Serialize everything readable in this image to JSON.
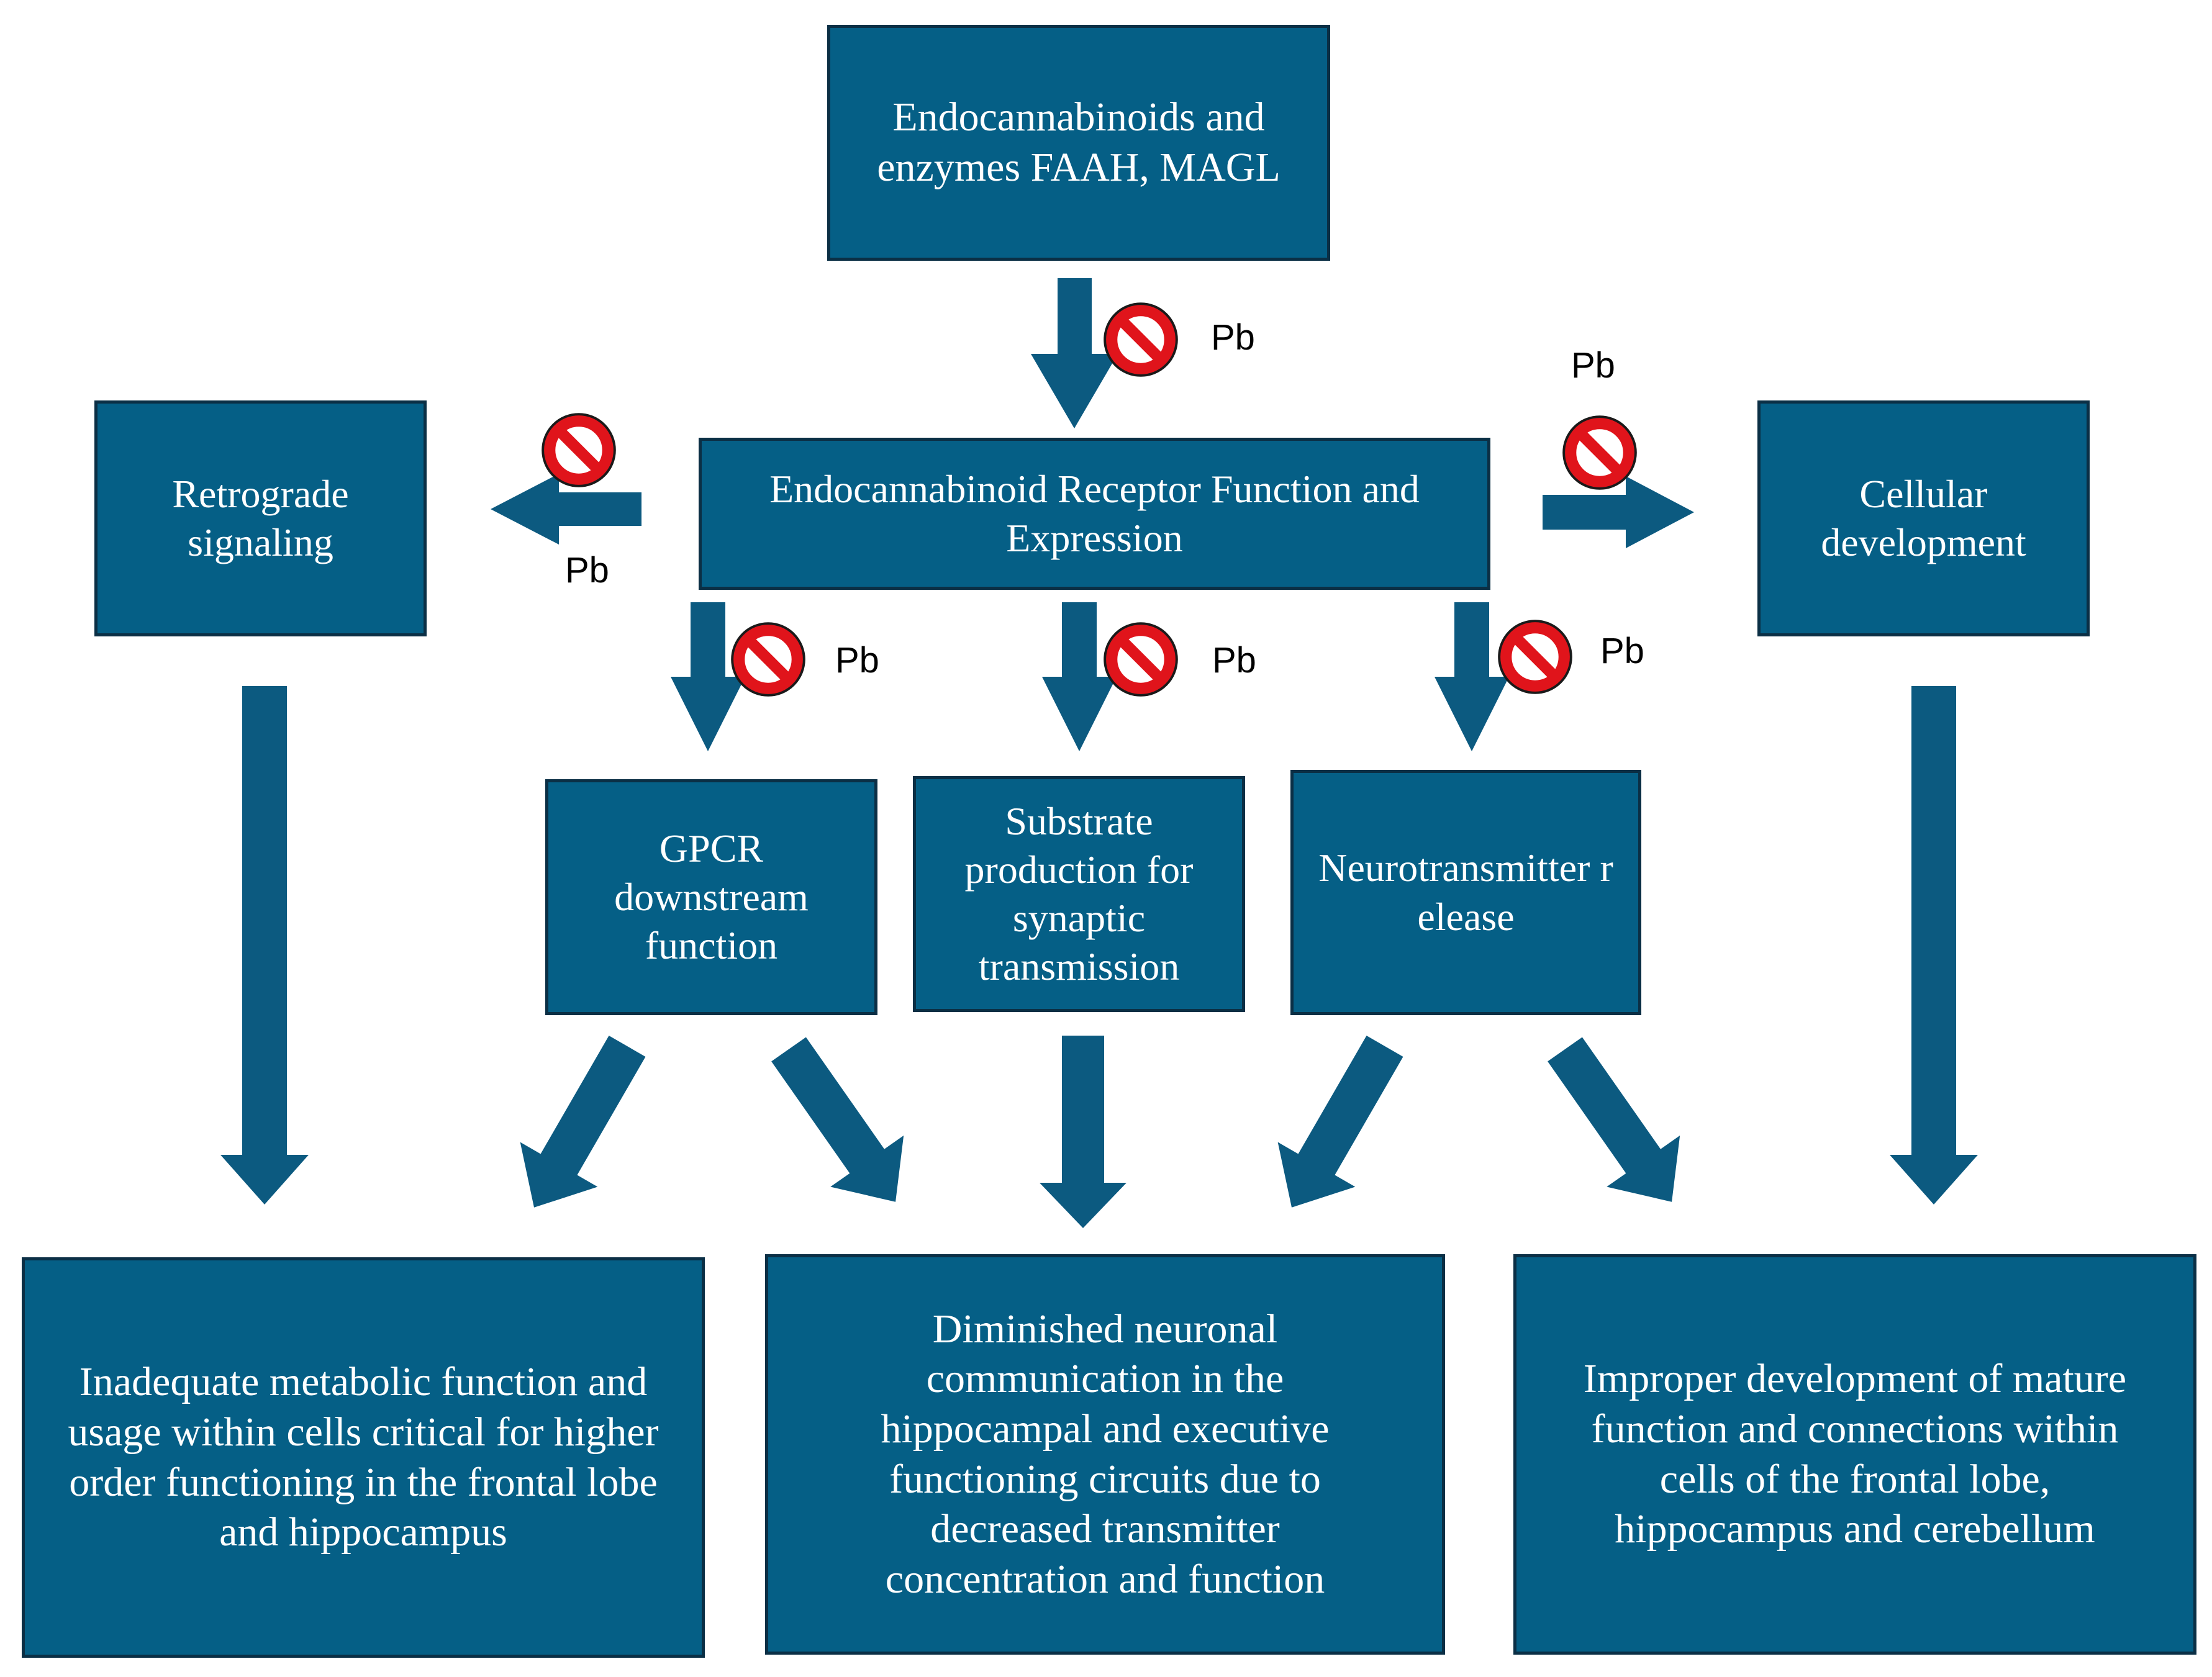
{
  "colors": {
    "box_fill": "#055f86",
    "box_border": "#0b2f45",
    "arrow": "#0c5a80",
    "box_text": "#ffffff",
    "inhibitor": "#e0141b"
  },
  "icons": {
    "inhibitor": "prohibition-icon"
  },
  "boxes": {
    "top": "Endocannabinoids and enzymes FAAH, MAGL",
    "receptor": "Endocannabinoid Receptor Function and Expression",
    "retrograde": "Retrograde signaling",
    "cellular": "Cellular development",
    "gpcr": "GPCR downstream function",
    "substrate": "Substrate production for synaptic transmission",
    "neurotransmitter": "Neurotransmitter release",
    "outcome_left": "Inadequate metabolic function and usage within cells critical for higher order functioning in the frontal lobe and hippocampus",
    "outcome_center": "Diminished neuronal communication in the hippocampal and executive functioning circuits due to decreased transmitter concentration and function",
    "outcome_right": "Improper development of mature function and connections within cells of the frontal lobe, hippocampus and cerebellum"
  },
  "labels": {
    "pb_top": "Pb",
    "pb_left": "Pb",
    "pb_right": "Pb",
    "pb_gpcr": "Pb",
    "pb_substrate": "Pb",
    "pb_neuro": "Pb"
  }
}
